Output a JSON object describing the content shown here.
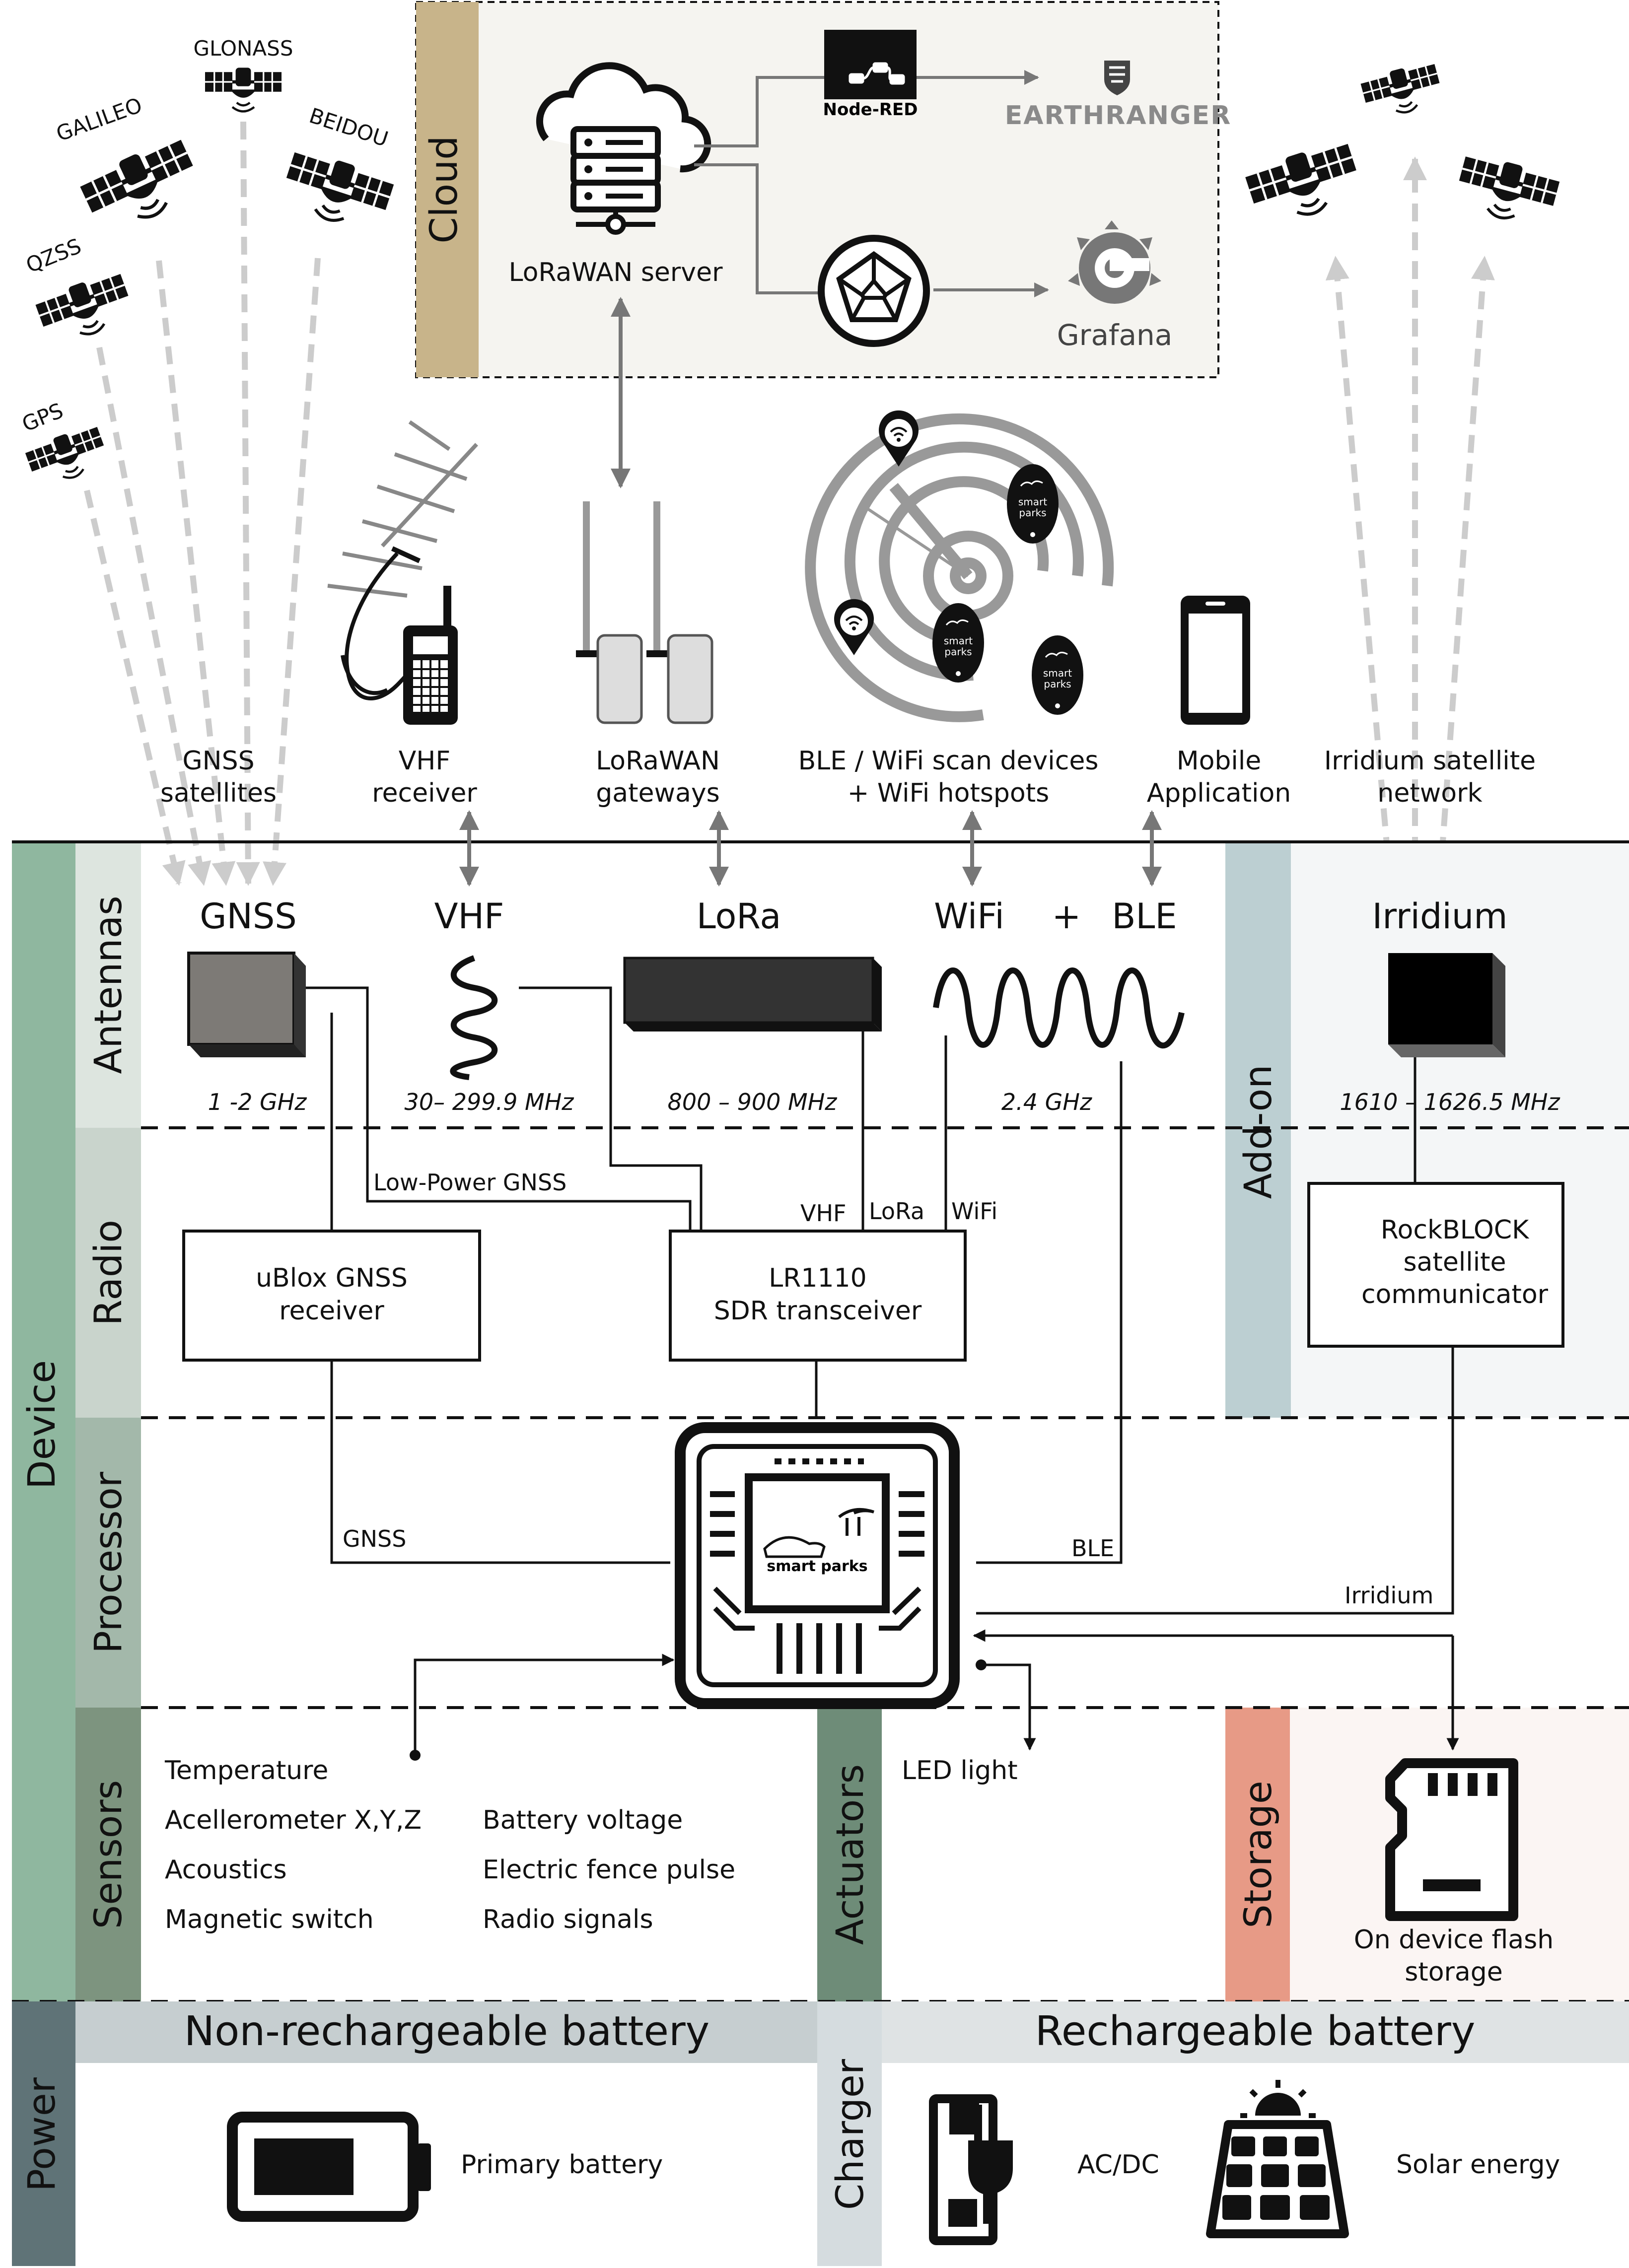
{
  "colors": {
    "cloud_band": "#c8b48a",
    "cloud_bg": "#f5f4f0",
    "device_band": "#8fb79f",
    "antennas_band": "#dde5df",
    "radio_band": "#c9d4cc",
    "processor_band": "#a3b8aa",
    "sensors_band": "#7d947f",
    "actuators_band": "#6e8c78",
    "addon_band": "#bccfd2",
    "addon_bg": "#f4f6f7",
    "storage_band": "#e79a86",
    "storage_bg": "#fbf5f3",
    "power_band": "#5f7377",
    "charger_band": "#d5dcdf",
    "battery_header": "#c6ced0",
    "recharge_header": "#dfe3e4",
    "arrow_gray": "#777777",
    "dash_gray": "#cccccc"
  },
  "cloud": {
    "band_label": "Cloud",
    "server_label": "LoRaWAN server",
    "nodered_label": "Node-RED",
    "earthranger_label": "EARTHRANGER",
    "grafana_label": "Grafana",
    "icons": [
      "cloud-server-icon",
      "node-red-icon",
      "earthranger-icon",
      "cube-icon",
      "grafana-icon"
    ]
  },
  "satellites": {
    "gnss": [
      "GALILEO",
      "GLONASS",
      "BEIDOU",
      "QZSS",
      "GPS"
    ]
  },
  "top_labels": {
    "gnss": [
      "GNSS",
      "satellites"
    ],
    "vhf": [
      "VHF",
      "receiver"
    ],
    "lorawan": [
      "LoRaWAN",
      "gateways"
    ],
    "ble_wifi": [
      "BLE / WiFi scan devices",
      "+ WiFi hotspots"
    ],
    "mobile": [
      "Mobile",
      "Application"
    ],
    "iridium": [
      "Irridium satellite",
      "network"
    ],
    "tag_text": [
      "smart",
      "parks"
    ]
  },
  "device": {
    "band_label": "Device",
    "antennas_label": "Antennas",
    "radio_label": "Radio",
    "processor_label": "Processor",
    "sensors_label": "Sensors",
    "actuators_label": "Actuators",
    "addon_label": "Add-on",
    "storage_label": "Storage"
  },
  "antennas": {
    "gnss": "GNSS",
    "vhf": "VHF",
    "lora": "LoRa",
    "wifi": "WiFi",
    "plus": "+",
    "ble": "BLE",
    "iridium": "Irridium",
    "freq_gnss": "1 -2 GHz",
    "freq_vhf": "30– 299.9 MHz",
    "freq_lora": "800 – 900 MHz",
    "freq_wifi": "2.4 GHz",
    "freq_iridium": "1610 – 1626.5 MHz"
  },
  "radio": {
    "ublox": [
      "uBlox GNSS",
      "receiver"
    ],
    "lr1110": [
      "LR1110",
      "SDR transceiver"
    ],
    "rockblock": [
      "RockBLOCK",
      "satellite",
      "communicator"
    ],
    "low_power_gnss": "Low-Power GNSS",
    "vhf": "VHF",
    "lora": "LoRa",
    "wifi": "WiFi"
  },
  "processor": {
    "gnss": "GNSS",
    "ble": "BLE",
    "iridium": "Irridium",
    "chip_brand": "smart parks"
  },
  "sensors": {
    "col1": [
      "Temperature",
      "Acellerometer X,Y,Z",
      "Acoustics",
      "Magnetic switch"
    ],
    "col2": [
      "Battery voltage",
      "Electric fence pulse",
      "Radio signals"
    ]
  },
  "actuators": {
    "led": "LED light"
  },
  "storage": {
    "label": [
      "On device flash",
      "storage"
    ]
  },
  "power": {
    "band_label": "Power",
    "charger_label": "Charger",
    "nonrecharge": "Non-rechargeable battery",
    "recharge": "Rechargeable battery",
    "primary": "Primary battery",
    "acdc": "AC/DC",
    "solar": "Solar energy"
  }
}
